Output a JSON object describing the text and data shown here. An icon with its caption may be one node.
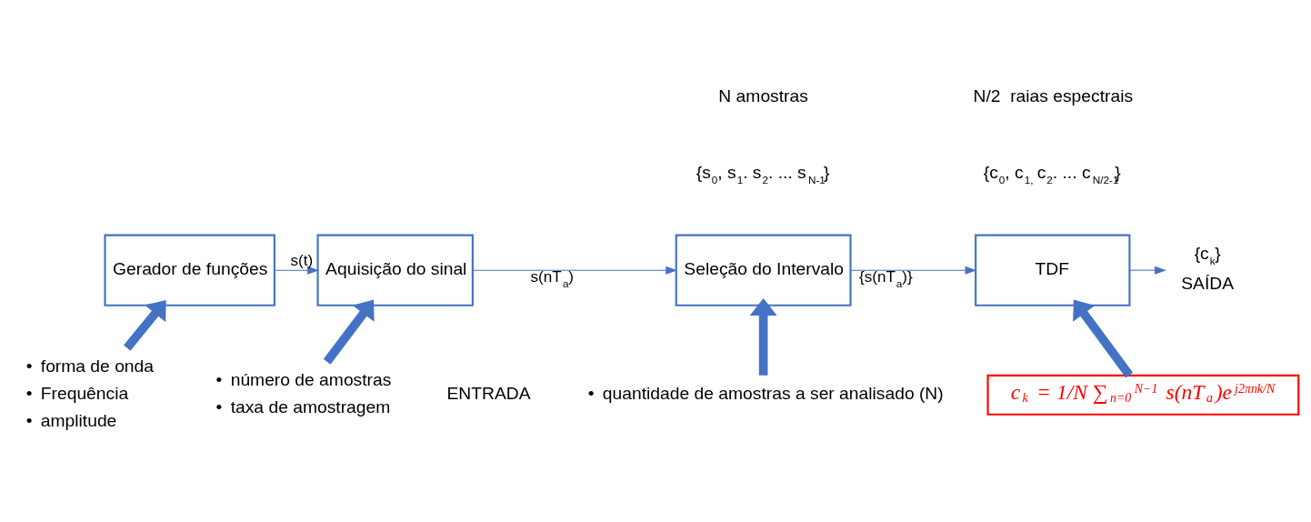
{
  "diagram": {
    "nodes": [
      {
        "text": [
          "Gerador de funções"
        ]
      },
      {
        "text": [
          "Aquisição do sinal"
        ]
      },
      {
        "text": [
          "Seleção do Intervalo"
        ]
      },
      {
        "text": [
          "TDF"
        ]
      },
      {
        "text": [
          "{c$_{k}$}"
        ],
        "beside": [
          "SAÍDA"
        ]
      },
      {
        "text": [
          "forma de onda",
          "Frequência",
          "amplitude"
        ]
      },
      {
        "text": [
          "número de amostras",
          "taxa de amostragem"
        ]
      },
      {
        "text": [
          "quantidade de amostras a ser analisado (N)"
        ]
      },
      {
        "text": [
          "c$_{k}$ = 1/N ∑$_{n=0}$$^{N−1}$ s(nT$_{a}$)e$^{j2πnk/N}$"
        ]
      }
    ],
    "edges": [
      {
        "from": 0,
        "to": 1,
        "arrow": "to",
        "label": "s(t)"
      },
      {
        "from": 1,
        "to": 2,
        "arrow": "to",
        "label": "s(nT$_{a}$)"
      },
      {
        "from": 2,
        "to": 3,
        "arrow": "to",
        "label": "{s(nT$_{a}$)}"
      },
      {
        "from": 3,
        "to": 4,
        "arrow": "to"
      },
      {
        "from": 5,
        "to": 0,
        "arrow": "to",
        "style": "thick"
      },
      {
        "from": 6,
        "to": 1,
        "arrow": "to",
        "style": "thick"
      },
      {
        "from": 7,
        "to": 2,
        "arrow": "to",
        "style": "thick"
      },
      {
        "from": 8,
        "to": 3,
        "arrow": "to",
        "style": "thick"
      }
    ],
    "labels": [
      "•",
      "•",
      "•",
      "•",
      "•",
      "•",
      "N amostras",
      "{s$_{0}$, s$_{1}$. s$_{2}$. ... s$_{N-1}$}",
      "N/2  raias espectrais",
      "{c$_{0}$, c$_{1,}$ c$_{2}$. ... c$_{N/2-1}$}",
      "ENTRADA"
    ]
  }
}
